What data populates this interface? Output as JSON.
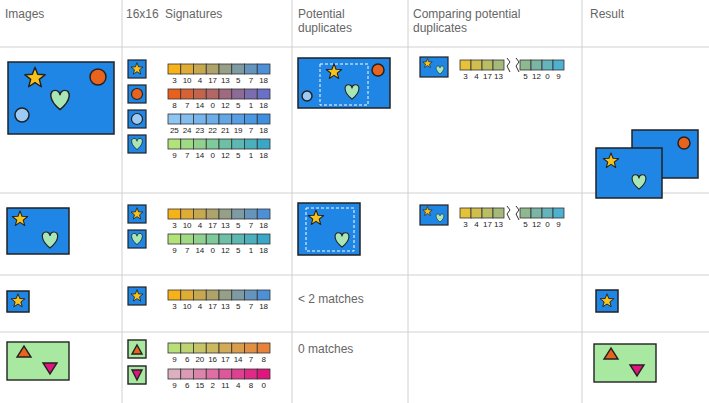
{
  "diagram": {
    "labels": [
      "Images",
      "16x16",
      "Signatures",
      "Potential duplicates",
      "Comparing potential duplicates",
      "Result",
      "3",
      "10",
      "4",
      "17",
      "13",
      "5",
      "7",
      "18",
      "8",
      "7",
      "14",
      "0",
      "12",
      "5",
      "1",
      "18",
      "25",
      "24",
      "23",
      "22",
      "21",
      "19",
      "7",
      "18",
      "9",
      "7",
      "14",
      "0",
      "12",
      "5",
      "1",
      "18",
      "3",
      "4",
      "17",
      "13",
      "5",
      "12",
      "0",
      "9",
      "3",
      "10",
      "4",
      "17",
      "13",
      "5",
      "7",
      "18",
      "9",
      "7",
      "14",
      "0",
      "12",
      "5",
      "1",
      "18",
      "3",
      "4",
      "17",
      "13",
      "5",
      "12",
      "0",
      "9",
      "3",
      "10",
      "4",
      "17",
      "13",
      "5",
      "7",
      "18",
      "< 2 matches",
      "9",
      "6",
      "20",
      "16",
      "17",
      "14",
      "7",
      "8",
      "9",
      "6",
      "15",
      "2",
      "11",
      "4",
      "8",
      "0",
      "0 matches"
    ]
  }
}
